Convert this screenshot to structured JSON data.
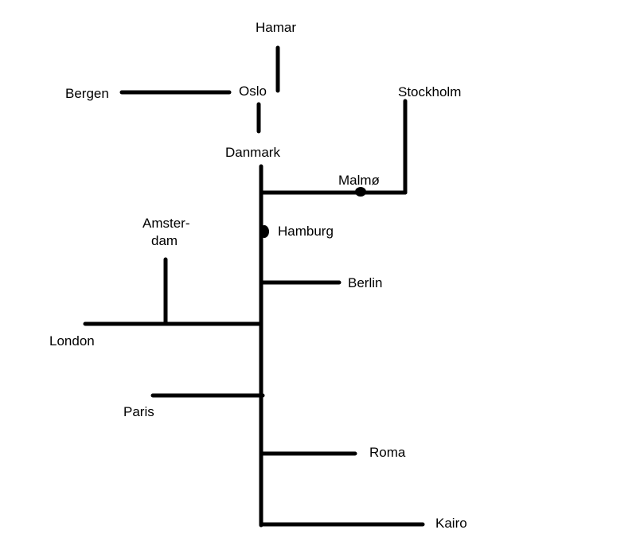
{
  "diagram": {
    "line_color": "#000000",
    "background": "#ffffff",
    "labels": {
      "hamar": "Hamar",
      "bergen": "Bergen",
      "oslo": "Oslo",
      "stockholm": "Stockholm",
      "danmark": "Danmark",
      "malmo": "Malmø",
      "amsterdam_line1": "Amster-",
      "amsterdam_line2": "dam",
      "hamburg": "Hamburg",
      "berlin": "Berlin",
      "london": "London",
      "paris": "Paris",
      "roma": "Roma",
      "kairo": "Kairo"
    },
    "connections": [
      [
        "Oslo",
        "Hamar"
      ],
      [
        "Oslo",
        "Bergen"
      ],
      [
        "Oslo",
        "Danmark"
      ],
      [
        "Danmark",
        "Malmø"
      ],
      [
        "Malmø",
        "Stockholm"
      ],
      [
        "Danmark",
        "Hamburg"
      ],
      [
        "Hamburg",
        "Berlin"
      ],
      [
        "Hamburg",
        "London"
      ],
      [
        "London",
        "Amster-dam"
      ],
      [
        "Hamburg",
        "Paris"
      ],
      [
        "Hamburg",
        "Roma"
      ],
      [
        "Hamburg",
        "Kairo"
      ]
    ]
  }
}
